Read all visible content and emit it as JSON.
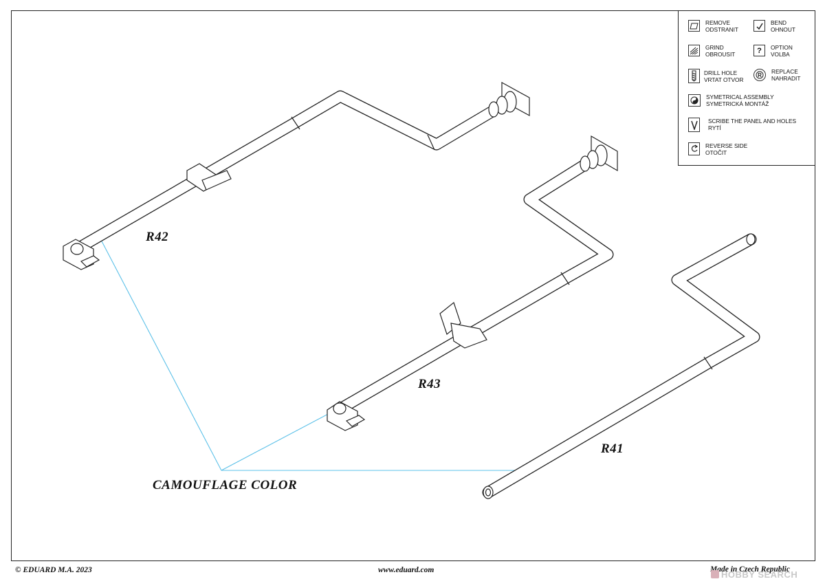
{
  "parts": {
    "r42": "R42",
    "r43": "R43",
    "r41": "R41"
  },
  "callout": {
    "text": "CAMOUFLAGE COLOR",
    "line_color": "#5bc0e8"
  },
  "legend": {
    "items": [
      {
        "icon": "remove-icon",
        "line1": "REMOVE",
        "line2": "ODSTRANIT"
      },
      {
        "icon": "bend-icon",
        "line1": "BEND",
        "line2": "OHNOUT"
      },
      {
        "icon": "grind-icon",
        "line1": "GRIND",
        "line2": "OBROUSIT"
      },
      {
        "icon": "option-icon",
        "line1": "OPTION",
        "line2": "VOLBA"
      },
      {
        "icon": "drill-hole-icon",
        "line1": "DRILL HOLE",
        "line2": "VRTAT OTVOR"
      },
      {
        "icon": "replace-icon",
        "line1": "REPLACE",
        "line2": "NAHRADIT"
      },
      {
        "icon": "symmetrical-assembly-icon",
        "line1": "SYMETRICAL ASSEMBLY",
        "line2": "SYMETRICKÁ MONTÁŽ"
      },
      {
        "icon": "scribe-icon",
        "line1": "SCRIBE THE PANEL AND HOLES",
        "line2": "RYTÍ"
      },
      {
        "icon": "reverse-side-icon",
        "line1": "REVERSE SIDE",
        "line2": "OTOČIT"
      }
    ]
  },
  "footer": {
    "copyright": "© EDUARD  M.A. 2023",
    "website": "www.eduard.com",
    "origin": "Made in Czech Republic"
  },
  "watermark": "HOBBY SEARCH"
}
